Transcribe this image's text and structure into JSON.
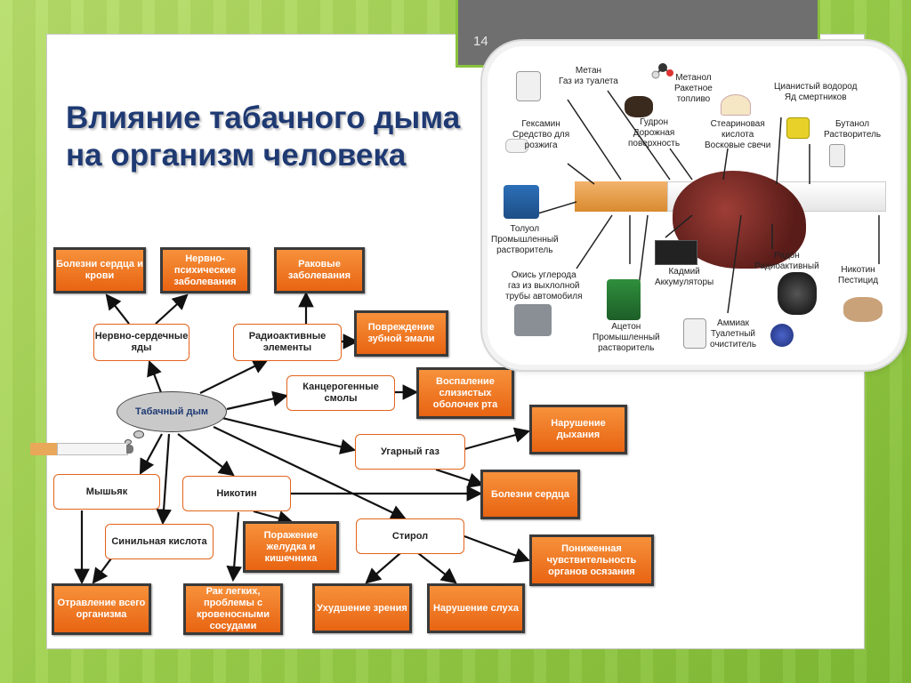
{
  "slide": {
    "number": "14",
    "title_line1": "Влияние табачного дыма",
    "title_line2": "на организм человека"
  },
  "center": {
    "label": "Табачный дым"
  },
  "boxes": {
    "heart_blood": "Болезни сердца и крови",
    "nervous": "Нервно-психические заболевания",
    "cancer": "Раковые заболевания",
    "neuro_cardio": "Нервно-сердечные яды",
    "radioactive": "Радиоактивные элементы",
    "enamel": "Повреждение зубной эмали",
    "tar": "Канцерогенные смолы",
    "mouth": "Воспаление слизистых оболочек рта",
    "breathing": "Нарушение дыхания",
    "co": "Угарный газ",
    "arsenic": "Мышьяк",
    "nicotine": "Никотин",
    "heart": "Болезни сердца",
    "hcn": "Синильная кислота",
    "stomach": "Поражение желудка и кишечника",
    "styrene": "Стирол",
    "smell": "Пониженная чувствительность органов осязания",
    "poisoning": "Отравление всего организма",
    "lung_cancer": "Рак легких, проблемы с кровеносными сосудами",
    "vision": "Ухудшение зрения",
    "hearing": "Нарушение слуха"
  },
  "picture_labels": {
    "methane": "Метан\nГаз из туалета",
    "methanol": "Метанол\nРакетное\nтопливо",
    "hydrogen_cyanide": "Цианистый водород\nЯд смертников",
    "hexamine": "Гексамин\nСредство для\nрозжига",
    "tar": "Гудрон\nДорожная\nповерхность",
    "stearic": "Стеариновая\nкислота\nВосковые свечи",
    "butanol": "Бутанол\nРастворитель",
    "toluene": "Толуол\nПромышленный\nрастворитель",
    "cadmium": "Кадмий\nАккумуляторы",
    "radon": "Радон\nРадиоактивный",
    "nicotine": "Никотин\nПестицид",
    "carbon_monoxide": "Окись углерода\nгаз из выхлолной\nтрубы автомобиля",
    "acetone": "Ацетон\nПромышленный\nрастворитель",
    "ammonia": "Аммиак\nТуалетный\nочиститель"
  },
  "colors": {
    "accent_orange": "#e86412",
    "title_blue": "#1f3a73",
    "background_green": "#9ccf4b"
  }
}
